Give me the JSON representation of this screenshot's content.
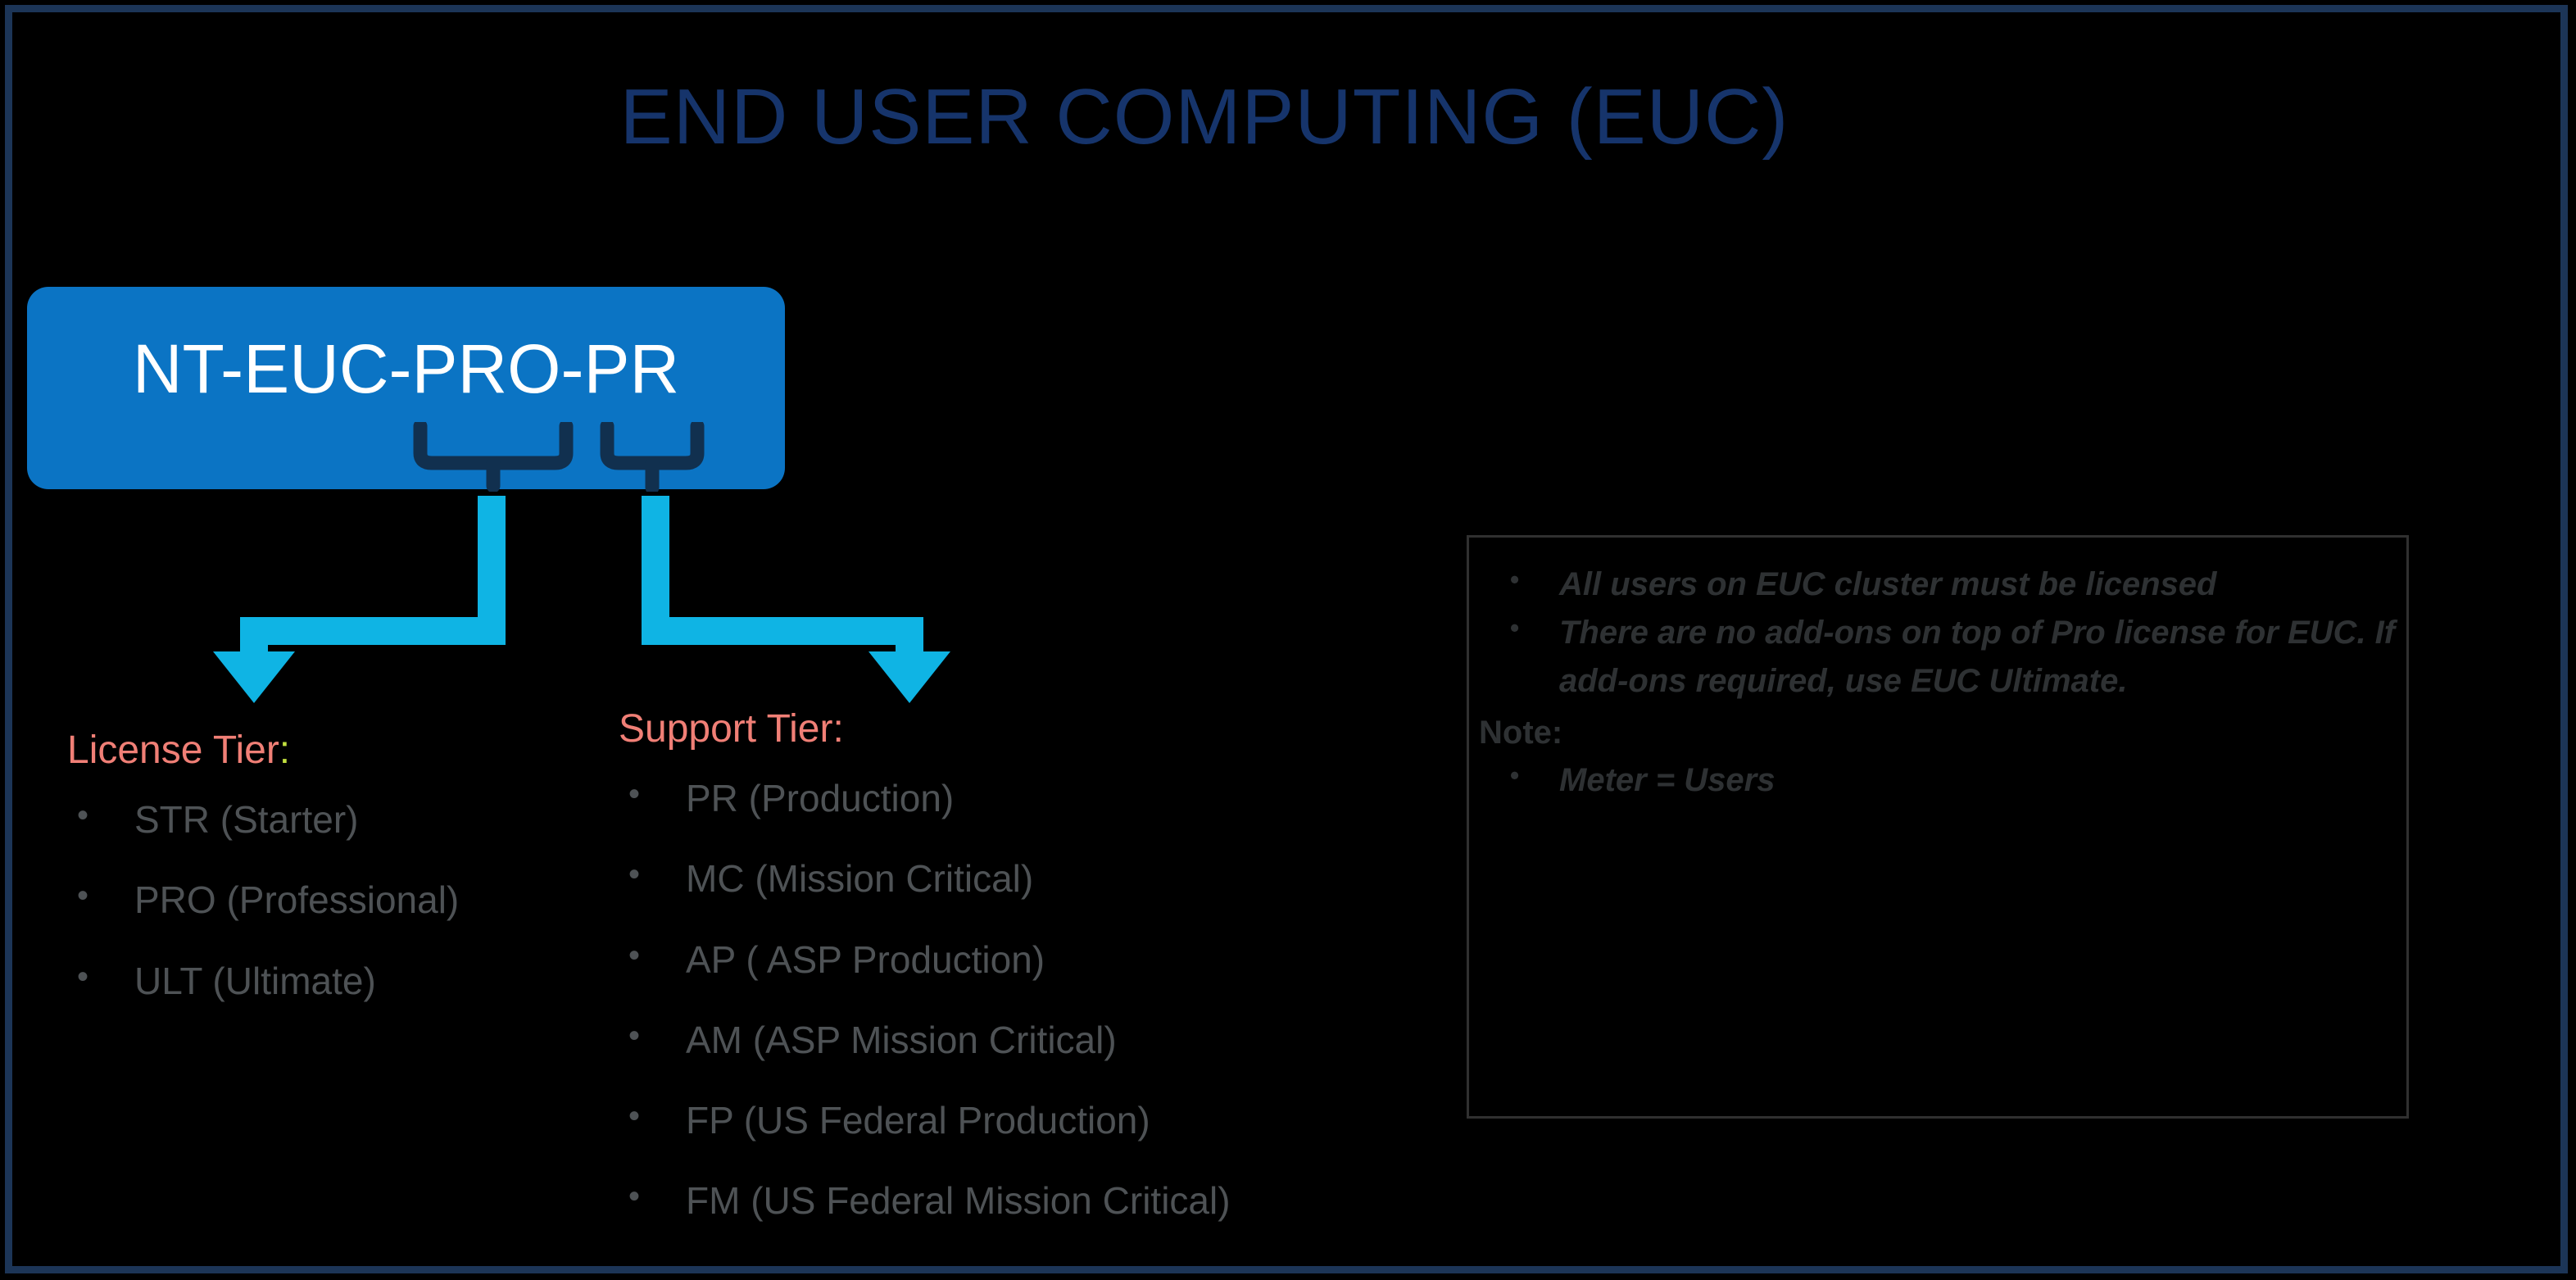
{
  "slide": {
    "title": "END USER COMPUTING (EUC)",
    "border_color": "#1c3557",
    "background": "#000000",
    "title_color": "#16346b"
  },
  "code_box": {
    "label": "NT-EUC-PRO-PR",
    "fill_color": "#0b74c4",
    "text_color": "#ffffff",
    "brace_color": "#11304f"
  },
  "arrows": {
    "color": "#0fb4e4",
    "left_target": "License Tier",
    "right_target": "Support Tier"
  },
  "license_tier": {
    "heading": "License Tier",
    "heading_colon": ":",
    "heading_color": "#f07f76",
    "colon_color": "#c2e03f",
    "items": [
      "STR (Starter)",
      "PRO (Professional)",
      "ULT (Ultimate)"
    ]
  },
  "support_tier": {
    "heading": "Support Tier",
    "heading_colon": ":",
    "heading_color": "#f07f76",
    "items": [
      "PR (Production)",
      "MC (Mission Critical)",
      "AP ( ASP Production)",
      "AM (ASP Mission Critical)",
      "FP (US Federal Production)",
      "FM (US Federal Mission Critical)"
    ]
  },
  "note_box": {
    "border_color": "#303030",
    "text_color": "#2e3133",
    "bullets": [
      "All users on EUC cluster must be licensed",
      "There are no add-ons on top of Pro license for EUC. If add-ons required, use EUC Ultimate."
    ],
    "note_label": "Note:",
    "note_bullets": [
      "Meter = Users"
    ]
  }
}
